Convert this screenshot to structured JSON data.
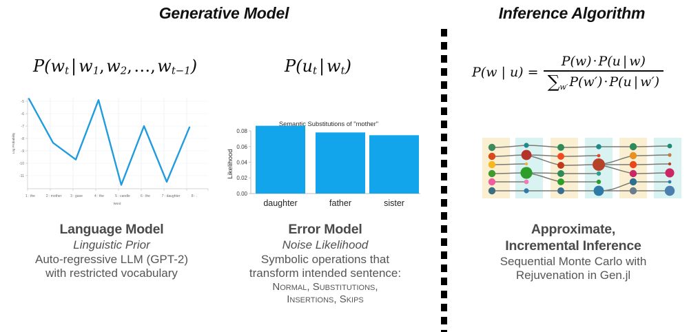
{
  "headers": {
    "generative": "Generative Model",
    "inference": "Inference Algorithm"
  },
  "formulas": {
    "language_model": "P(w_t | w_1, w_2, …, w_{t−1})",
    "error_model": "P(u_t | w_t)",
    "bayes_lhs": "P(w | u) =",
    "bayes_numerator": "P(w) · P(u | w)",
    "bayes_denominator": "∑_{w'} P(w') · P(u | w')"
  },
  "captions": {
    "language_model": {
      "head": "Language Model",
      "sub": "Linguistic Prior",
      "body_lines": [
        "Auto-regressive LLM (GPT-2)",
        "with restricted vocabulary"
      ]
    },
    "error_model": {
      "head": "Error Model",
      "sub": "Noise Likelihood",
      "body_lines": [
        "Symbolic operations that",
        "transform intended sentence:"
      ],
      "smallcaps_lines": [
        "Normal, Substitutions,",
        "Insertions, Skips"
      ]
    },
    "inference": {
      "head_lines": [
        "Approximate,",
        "Incremental Inference"
      ],
      "body_lines": [
        "Sequential Monte Carlo with",
        "Rejuvenation in Gen.jl"
      ]
    }
  },
  "colors": {
    "chart_blue": "#1F9BDE",
    "bar_blue": "#12A5EB",
    "divider": "#000000",
    "caption_text": "#4a4a4a",
    "band_warm": "#FBEFD2",
    "band_cool": "#D9F2F2",
    "edge": "#7a7a72"
  },
  "chart_data": [
    {
      "id": "language-model-line-chart",
      "type": "line",
      "title": "",
      "xlabel": "Word",
      "ylabel": "Log Probability",
      "categories": [
        "1 : the",
        "2 : mother",
        "3 : gave",
        "4 : the",
        "5 : candle",
        "6 : the",
        "7 : daughter",
        "8 : ."
      ],
      "values": [
        -4.8,
        -8.35,
        -9.65,
        -4.9,
        -11.75,
        -7.0,
        -11.5,
        -7.1
      ],
      "ytick_labels": [
        "-5",
        "-6",
        "-7",
        "-8",
        "-9",
        "-10",
        "-11"
      ],
      "yticks": [
        -5,
        -6,
        -7,
        -8,
        -9,
        -10,
        -11
      ],
      "ylim": [
        -12.1,
        -4.5
      ],
      "grid": true,
      "legend": "none",
      "series_color": "#1F9BDE"
    },
    {
      "id": "error-model-bar-chart",
      "type": "bar",
      "title": "Semantic Substitutions of \"mother\"",
      "xlabel": "",
      "ylabel": "Likelihood",
      "categories": [
        "daughter",
        "father",
        "sister"
      ],
      "values": [
        0.0865,
        0.078,
        0.0745
      ],
      "ytick_labels": [
        "0.00",
        "0.02",
        "0.04",
        "0.06",
        "0.08"
      ],
      "yticks": [
        0.0,
        0.02,
        0.04,
        0.06,
        0.08
      ],
      "ylim": [
        0,
        0.095
      ],
      "grid": false,
      "legend": "none",
      "series_color": "#12A5EB"
    }
  ],
  "particle_diagram": {
    "id": "smc-particle-diagram",
    "description": "Sequential Monte Carlo particle trajectories across time steps",
    "num_steps": 6,
    "num_particles": 6,
    "band_colors": [
      "#FBEFD2",
      "#D9F2F2",
      "#FBEFD2",
      "#D9F2F2",
      "#FBEFD2",
      "#D9F2F2"
    ],
    "columns": [
      {
        "step": 1,
        "particles": [
          {
            "color": "#3E8A5B",
            "r": 5.2
          },
          {
            "color": "#D94A18",
            "r": 5.2
          },
          {
            "color": "#F5B820",
            "r": 5.2
          },
          {
            "color": "#3E9B2E",
            "r": 5.2
          },
          {
            "color": "#EF5FA0",
            "r": 5.2
          },
          {
            "color": "#3B6E7E",
            "r": 5.2
          }
        ]
      },
      {
        "step": 2,
        "particles": [
          {
            "color": "#1E8B8B",
            "r": 3.6
          },
          {
            "color": "#B5342A",
            "r": 7.4
          },
          {
            "color": "#E8B23C",
            "r": 2.2
          },
          {
            "color": "#2E9E2B",
            "r": 8.6
          },
          {
            "color": "#F07BB5",
            "r": 3.4
          },
          {
            "color": "#2E7BA8",
            "r": 3.6
          }
        ]
      },
      {
        "step": 3,
        "particles": [
          {
            "color": "#2E8B57",
            "r": 5.0
          },
          {
            "color": "#F04A1E",
            "r": 5.0
          },
          {
            "color": "#C0391B",
            "r": 5.0
          },
          {
            "color": "#2E8B57",
            "r": 5.0
          },
          {
            "color": "#2E9E2B",
            "r": 5.0
          },
          {
            "color": "#3B6E8E",
            "r": 5.0
          }
        ]
      },
      {
        "step": 4,
        "particles": [
          {
            "color": "#1E8B8B",
            "r": 3.8
          },
          {
            "color": "#E8462A",
            "r": 2.4
          },
          {
            "color": "#B5432A",
            "r": 9.0
          },
          {
            "color": "#2E9E8B",
            "r": 3.2
          },
          {
            "color": "#2E9E2B",
            "r": 3.2
          },
          {
            "color": "#2E7BA8",
            "r": 7.4
          }
        ]
      },
      {
        "step": 5,
        "particles": [
          {
            "color": "#2E8B57",
            "r": 5.2
          },
          {
            "color": "#E89020",
            "r": 5.2
          },
          {
            "color": "#E8491C",
            "r": 5.2
          },
          {
            "color": "#CC2765",
            "r": 5.2
          },
          {
            "color": "#2E6E8E",
            "r": 5.2
          },
          {
            "color": "#6B7C8A",
            "r": 5.2
          }
        ]
      },
      {
        "step": 6,
        "particles": [
          {
            "color": "#1E8B72",
            "r": 3.4
          },
          {
            "color": "#C07A3A",
            "r": 2.6
          },
          {
            "color": "#B5432A",
            "r": 2.2
          },
          {
            "color": "#CC2765",
            "r": 6.6
          },
          {
            "color": "#2E7BA8",
            "r": 2.4
          },
          {
            "color": "#4A7FB0",
            "r": 7.2
          }
        ]
      }
    ]
  }
}
